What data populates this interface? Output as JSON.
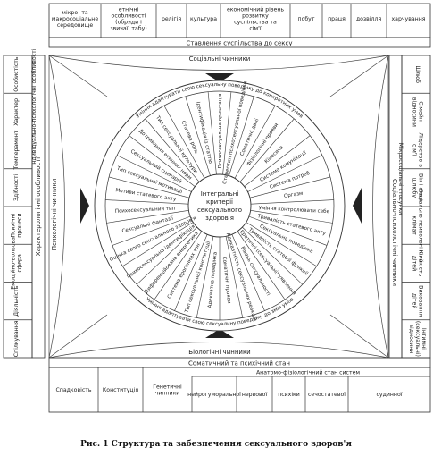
{
  "top": {
    "cells": [
      "мікро- та макросоціальне середовище",
      "етнічні особливості (обряди і звичаї, табу)",
      "релігія",
      "культура",
      "економічний рівень розвитку суспільства та сім'ї",
      "побут",
      "праця",
      "дозвілля",
      "харчування"
    ],
    "band": "Ставлення суспільства до сексу"
  },
  "left": {
    "cells": [
      "Особистість",
      "Характер",
      "Темперамент",
      "Здібності",
      "Психічні процеси",
      "Емоційно-вольова сфера",
      "Діяльність",
      "Спілкування"
    ],
    "inner_cells": [
      "Індивідуально-психологічні особливості"
    ],
    "band": "Характерологічні особливості"
  },
  "right": {
    "cells": [
      "Шлюб",
      "Сімейні відносини",
      "Лідерство в сім'ї",
      "Вік і стаж шлюбу",
      "Соціально-психологічний клімат",
      "Кількість дітей",
      "Виховання дітей",
      "Інтимні (сексуальні) відносини"
    ],
    "band": "Соціально-психологічні чинники",
    "inner_band": "Мікросоціальні стосунки"
  },
  "bottom": {
    "band": "Соматичний та психічний стан",
    "upper_right": "Анатомо-фізіологічний стан систем",
    "cells": [
      "Спадковість",
      "Конституція",
      "Генетичні чинники",
      "нейрогуморальної",
      "нервової",
      "психіки",
      "сечостатевої",
      "судинної"
    ]
  },
  "ring": {
    "top_label": "Соціальні чинники",
    "left_label": "Психологічні чинники",
    "bottom_label": "Біологічні чинники"
  },
  "wheel": {
    "center_lines": [
      "Інтегральні",
      "критерії",
      "сексуального",
      "здоров'я"
    ],
    "outer_arc_top": "Уміння адаптувати свою сексуальну поведінку до конкретних умов",
    "outer_arc_bottom": "Уміння адаптувати свою сексуальну поведінку до змін умов",
    "spokes": [
      "Психосексуальна орієнтація",
      "Стереотип психосексуальної поведінки",
      "Соматичні дані",
      "Фізіологічні прояви",
      "Кінесика",
      "Система комунікації",
      "Система потреб",
      "Оргазм",
      "Уміння контролювати себе",
      "Тривалість статевого акту",
      "Сексуальна поведінка",
      "Тривалість статевої функції",
      "Еротичні (сексуальні) уявлення",
      "Рівень сексуальності",
      "Адекватність сексуальних реакцій",
      "Соматичні прояви",
      "Адекватна поведінка",
      "Тип сексуальної конституції",
      "Система ерогенних зон",
      "Диференційована енергетика",
      "Психосексуальна ідентифікація",
      "Оцінка свого сексуального здоров'я",
      "Сексуальні фантазії",
      "Психосексуальний тип",
      "Мотиви статевого акту",
      "Тип сексуальної мотивації",
      "Сексуальний сценарій",
      "Дотримання етичних норм",
      "Тип сексуальної культури",
      "Статева роль",
      "Ідентифікація із статтю"
    ]
  },
  "caption": "Рис. 1 Структура та забезпечення сексуального здоров'я"
}
